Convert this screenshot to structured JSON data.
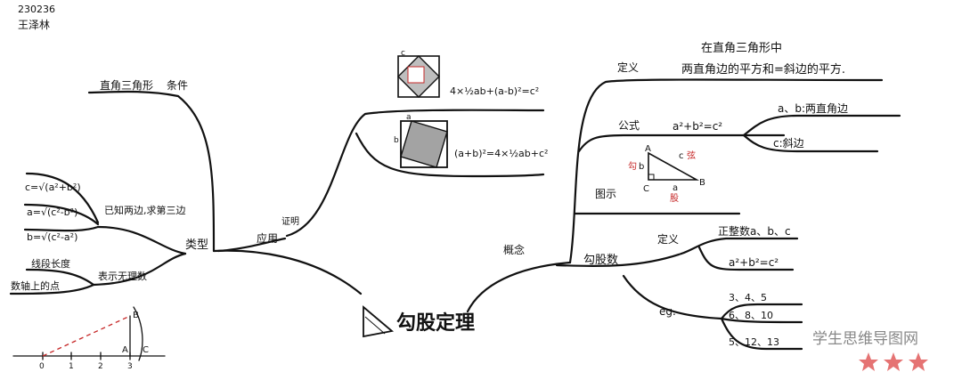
{
  "author": {
    "id": "230236",
    "name": "王泽林"
  },
  "center": {
    "title": "勾股定理"
  },
  "watermark": {
    "text": "学生思维导图网"
  },
  "left": {
    "condition": {
      "label": "直角三角形",
      "tag": "条件"
    },
    "types": {
      "label": "类型",
      "sub1": {
        "label": "已知两边,求第三边",
        "formulas": [
          "c=√(a²+b²)",
          "a=√(c²-b²)",
          "b=√(c²-a²)"
        ]
      },
      "sub2": {
        "label": "表示无理数",
        "items": [
          "线段长度",
          "数轴上的点"
        ]
      }
    },
    "application": {
      "label": "应用",
      "proof": "证明"
    },
    "proof_formulas": [
      "4×½ab+(a-b)²=c²",
      "(a+b)²=4×½ab+c²"
    ],
    "figure_letters": {
      "c": "c",
      "a": "a",
      "b": "b"
    },
    "numberline": {
      "ticks": [
        "0",
        "1",
        "2",
        "3"
      ],
      "A": "A",
      "B": "B",
      "C": "C"
    }
  },
  "right": {
    "concept": "概念",
    "definition": {
      "tag": "定义",
      "line1": "在直角三角形中",
      "line2": "两直角边的平方和=斜边的平方."
    },
    "formula": {
      "tag": "公式",
      "expr": "a²+b²=c²",
      "notes": [
        "a、b:两直角边",
        "c:斜边"
      ]
    },
    "diagram": {
      "tag": "图示",
      "A": "A",
      "B": "B",
      "C": "C",
      "a": "a",
      "b": "b",
      "c": "c",
      "gou": "勾",
      "gu": "股",
      "xian": "弦"
    },
    "triple": {
      "label": "勾股数",
      "def_tag": "定义",
      "def_items": [
        "正整数a、b、c",
        "a²+b²=c²"
      ],
      "eg_tag": "eg.",
      "examples": [
        "3、4、5",
        "6、8、10",
        "5、12、13"
      ]
    }
  }
}
